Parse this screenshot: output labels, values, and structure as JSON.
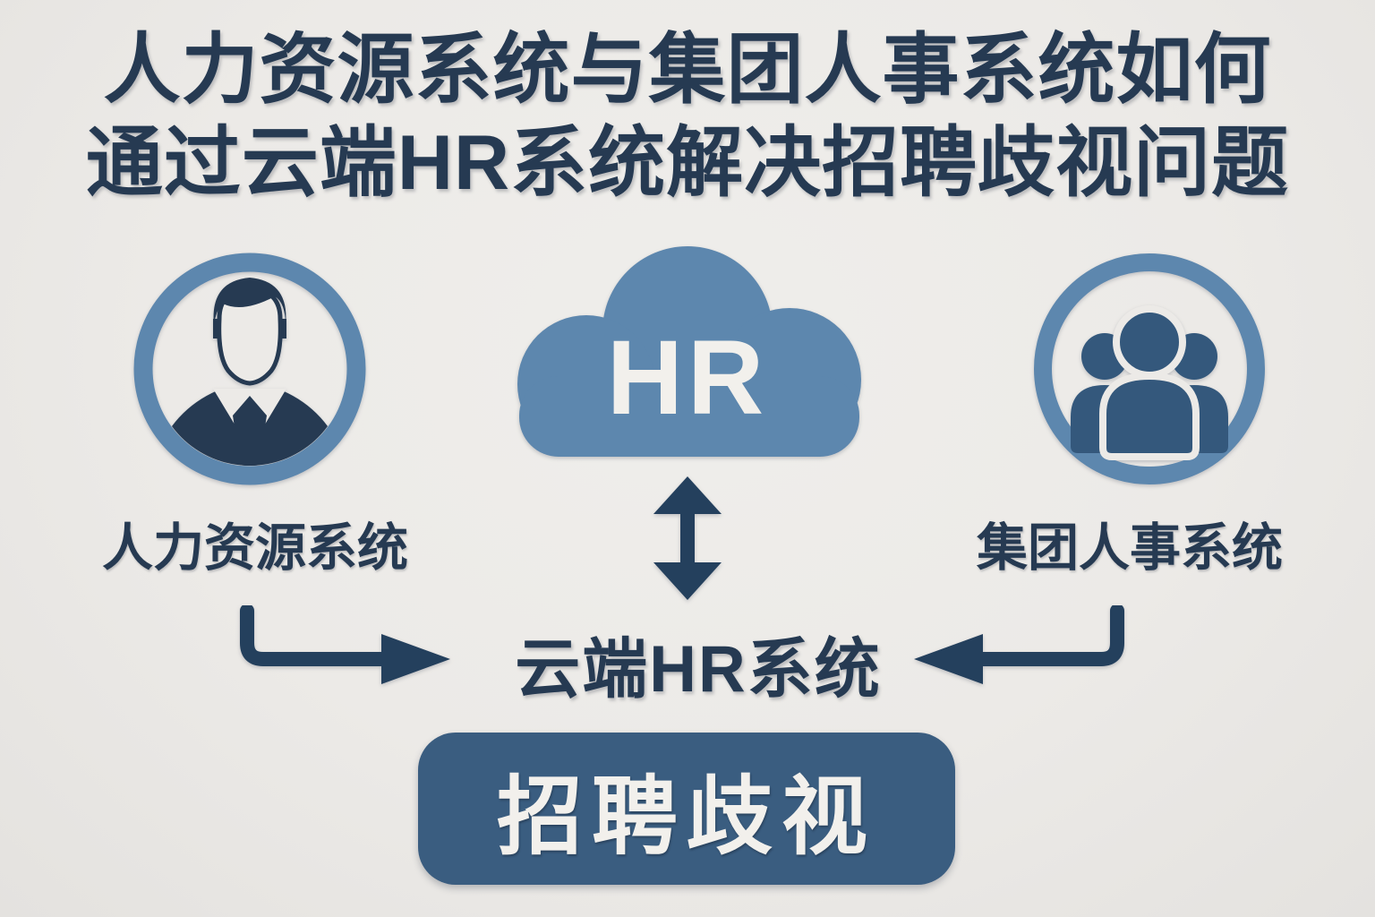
{
  "title": {
    "line1": "人力资源系统与集团人事系统如何",
    "line2": "通过云端HR系统解决招聘歧视问题"
  },
  "diagram": {
    "left_node": {
      "icon": "businessman-icon",
      "label": "人力资源系统"
    },
    "cloud_node": {
      "icon": "cloud-icon",
      "text": "HR",
      "label": "云端HR系统"
    },
    "right_node": {
      "icon": "people-group-icon",
      "label": "集团人事系统"
    },
    "connections": [
      {
        "from": "HR cloud",
        "to": "云端HR系统",
        "type": "bidirectional-vertical-arrow"
      },
      {
        "from": "人力资源系统",
        "to": "云端HR系统",
        "type": "elbow-arrow-pointing-right"
      },
      {
        "from": "集团人事系统",
        "to": "云端HR系统",
        "type": "elbow-arrow-pointing-left"
      }
    ],
    "bottom_box": {
      "label": "招聘歧视"
    }
  },
  "colors": {
    "background": "#ECEAE7",
    "navy": "#263A52",
    "dark-arrow": "#24405D",
    "accent-blue": "#5D87AE",
    "steel-blue": "#34587C",
    "box-blue": "#3A5D80",
    "cream": "#F2F0EC"
  }
}
